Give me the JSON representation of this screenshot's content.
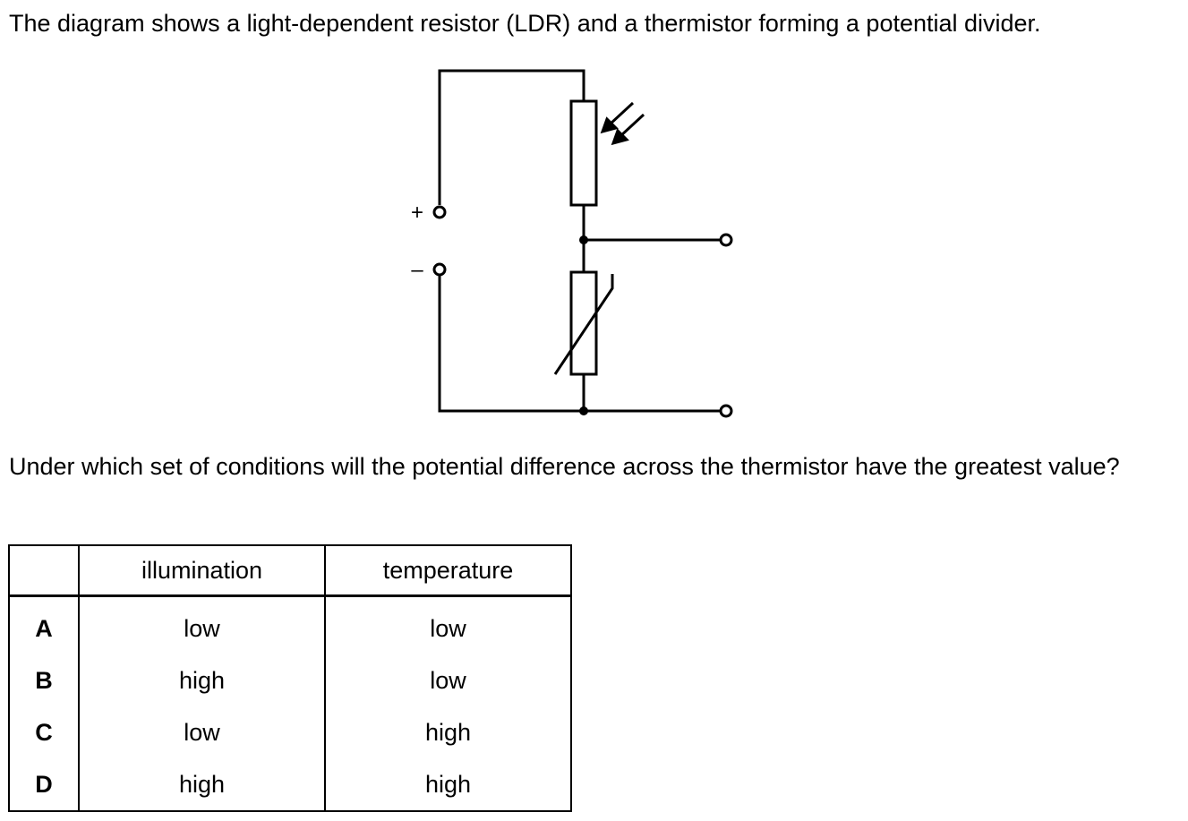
{
  "intro": "The diagram shows a light-dependent resistor (LDR) and a thermistor forming a potential divider.",
  "circuit": {
    "plus_label": "+",
    "minus_label": "–"
  },
  "question": "Under which set of conditions will the potential difference across the thermistor have the greatest value?",
  "table": {
    "headers": [
      "",
      "illumination",
      "temperature"
    ],
    "rows": [
      {
        "key": "A",
        "illumination": "low",
        "temperature": "low"
      },
      {
        "key": "B",
        "illumination": "high",
        "temperature": "low"
      },
      {
        "key": "C",
        "illumination": "low",
        "temperature": "high"
      },
      {
        "key": "D",
        "illumination": "high",
        "temperature": "high"
      }
    ]
  }
}
